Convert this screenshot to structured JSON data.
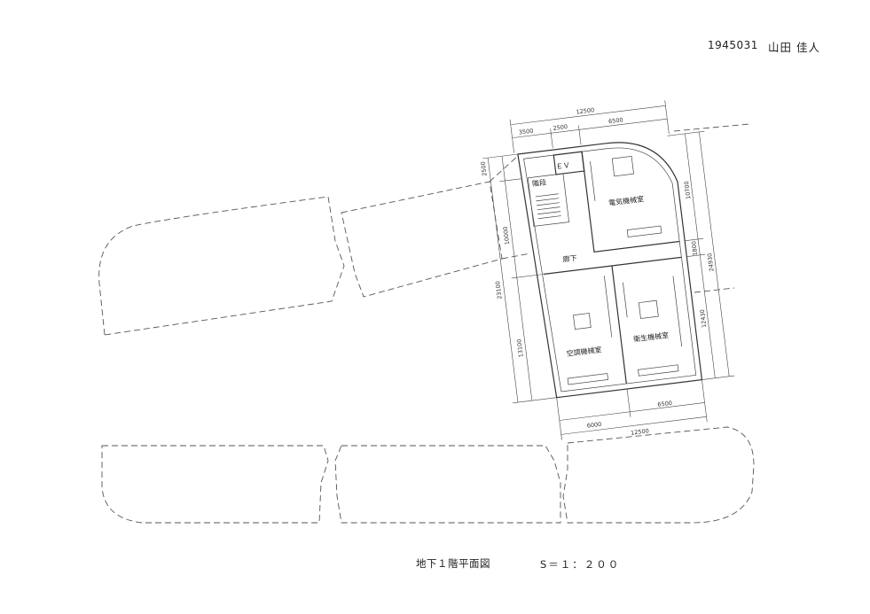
{
  "header": {
    "student_id": "1945031",
    "author": "山田 佳人"
  },
  "footer": {
    "title": "地下１階平面図",
    "scale": "S＝１：２００"
  },
  "rooms": {
    "ev": "ＥＶ",
    "stairs": "階段",
    "corridor": "廊下",
    "electrical": "電気機械室",
    "hvac": "空調機械室",
    "sanitary": "衛生機械室"
  },
  "dimensions": {
    "top_total": "12500",
    "top_a": "3500",
    "top_b": "2500",
    "top_c": "6500",
    "bottom_a": "6000",
    "bottom_b": "6500",
    "bottom_total": "12500",
    "left_a": "2500",
    "left_b": "10000",
    "left_c": "13100",
    "left_total": "23100",
    "right_a": "10700",
    "right_b": "1800",
    "right_c": "12430",
    "right_total": "24930"
  }
}
